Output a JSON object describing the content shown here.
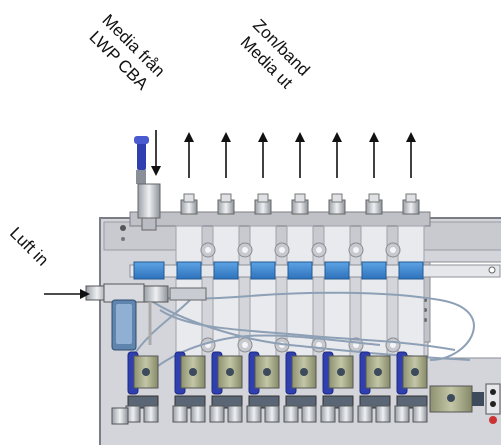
{
  "labels": {
    "media_in": "Media från\nLWP CBA",
    "zone_out": "Zon/band\nMedia ut",
    "air_in": "Luft in"
  },
  "colors": {
    "panel": "#d4d5da",
    "panel_edge": "#7b7d86",
    "blue": "#3b86cf",
    "valve_body": "#a7ab8a",
    "valve_dark": "#3c4a5c",
    "valve_handle": "#2f3fb0",
    "arrow": "#111111"
  },
  "zone_outlet_count": 7
}
